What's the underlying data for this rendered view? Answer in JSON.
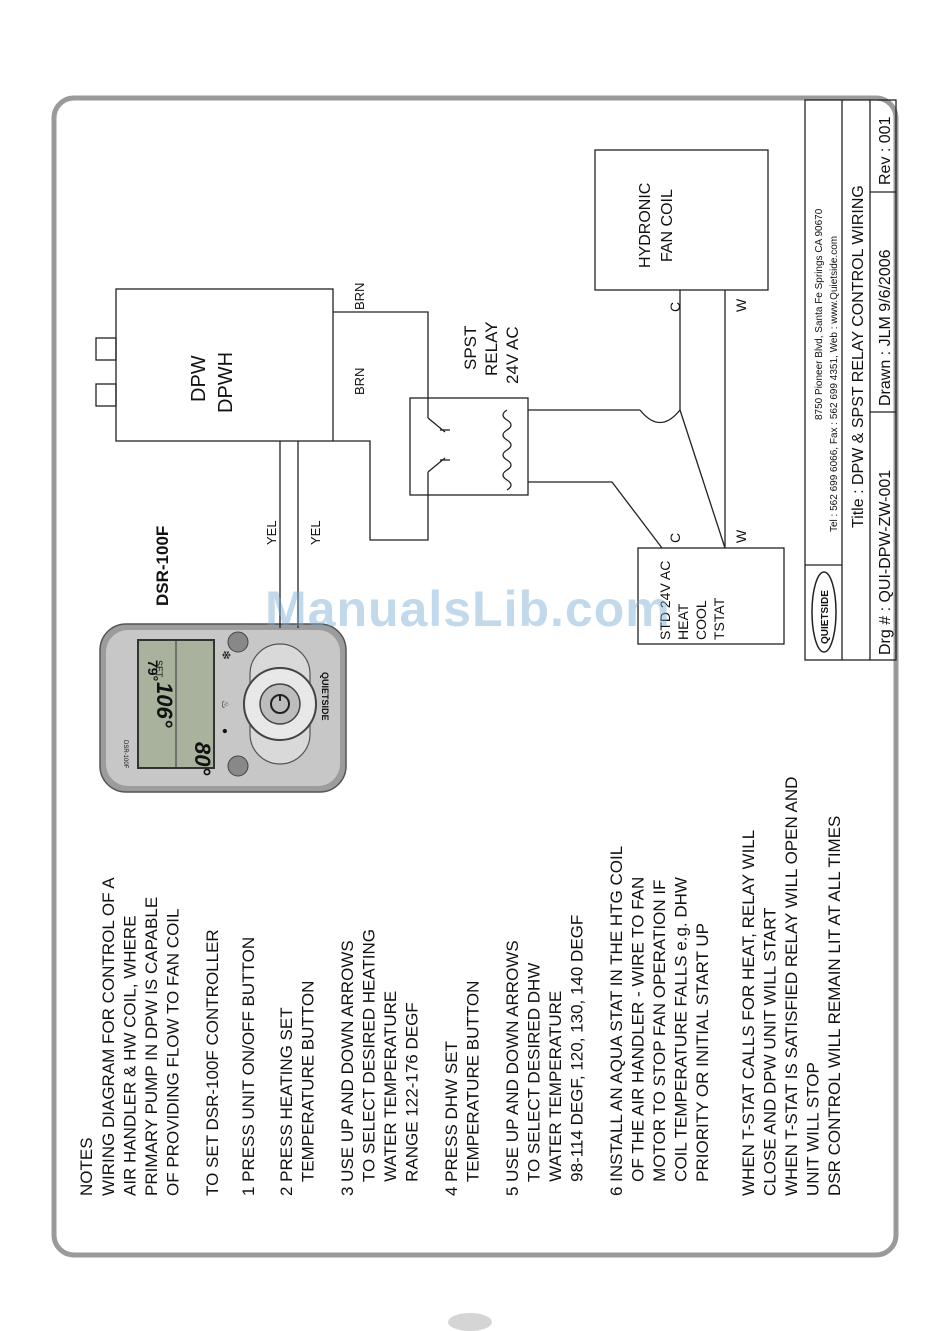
{
  "notes": {
    "title": "NOTES",
    "intro": [
      "WIRING DIAGRAM FOR CONTROL OF A",
      "AIR HANDLER & HW COIL, WHERE",
      "PRIMARY PUMP IN DPW IS CAPABLE",
      "OF PROVIDING FLOW TO FAN COIL"
    ],
    "set_heading": "TO SET DSR-100F CONTROLLER",
    "step1": [
      "1 PRESS UNIT ON/OFF BUTTON"
    ],
    "step2": [
      "2 PRESS HEATING SET",
      "   TEMPERATURE BUTTON"
    ],
    "step3": [
      "3 USE UP AND DOWN ARROWS",
      "   TO SELECT DESIRED HEATING",
      "   WATER TEMPERATURE",
      "   RANGE 122-176 DEGF"
    ],
    "step4": [
      "4 PRESS DHW SET",
      "   TEMPERATURE BUTTON"
    ],
    "step5": [
      "5 USE UP AND DOWN ARROWS",
      "   TO SELECT DESIRED DHW",
      "   WATER TEMPERATURE",
      "   98-114 DEGF, 120, 130, 140 DEGF"
    ],
    "step6": [
      "6 INSTALL AN AQUA STAT IN THE HTG COIL",
      "   OF THE AIR HANDLER - WIRE TO FAN",
      "   MOTOR TO STOP FAN OPERATION IF",
      "   COIL TEMPERATURE FALLS e.g. DHW",
      "   PRIORITY OR INITIAL START UP"
    ],
    "operation": [
      "WHEN T-STAT CALLS FOR HEAT, RELAY WILL",
      "CLOSE AND DPW UNIT WILL START",
      "WHEN T-STAT IS SATISFIED RELAY WILL OPEN AND",
      "UNIT WILL STOP",
      "DSR CONTROL WILL REMAIN LIT AT ALL TIMES"
    ]
  },
  "controller": {
    "label": "DSR-100F",
    "model_small": "DSR-100F",
    "display_left": "80°",
    "display_right_top": "79°",
    "display_set": "SET",
    "display_right": "106°",
    "brand": "QUIETSIDE"
  },
  "components": {
    "dpw": [
      "DPW",
      "DPWH"
    ],
    "relay": [
      "SPST",
      "RELAY",
      "24V AC"
    ],
    "fan_coil": [
      "HYDRONIC",
      "FAN COIL"
    ],
    "tstat": [
      "STD 24V AC",
      "HEAT",
      "COOL",
      "TSTAT"
    ]
  },
  "wires": {
    "yel1": "YEL",
    "yel2": "YEL",
    "brn1": "BRN",
    "brn2": "BRN",
    "tstat_c": "C",
    "tstat_w": "W",
    "fan_c": "C",
    "fan_w": "W"
  },
  "title_block": {
    "logo": "QUIETSIDE",
    "address": "8750 Pioneer Blvd, Santa Fe Springs CA 90670",
    "contact": "Tel : 562 699 6066, Fax : 562 699 4351, Web : www.Quietside.com",
    "title": "Title : DPW & SPST RELAY CONTROL WIRING",
    "drg": "Drg # : QUI-DPW-ZW-001",
    "drawn": "Drawn : JLM  9/6/2006",
    "rev": "Rev : 001"
  },
  "watermark": "ManualsLib.com"
}
